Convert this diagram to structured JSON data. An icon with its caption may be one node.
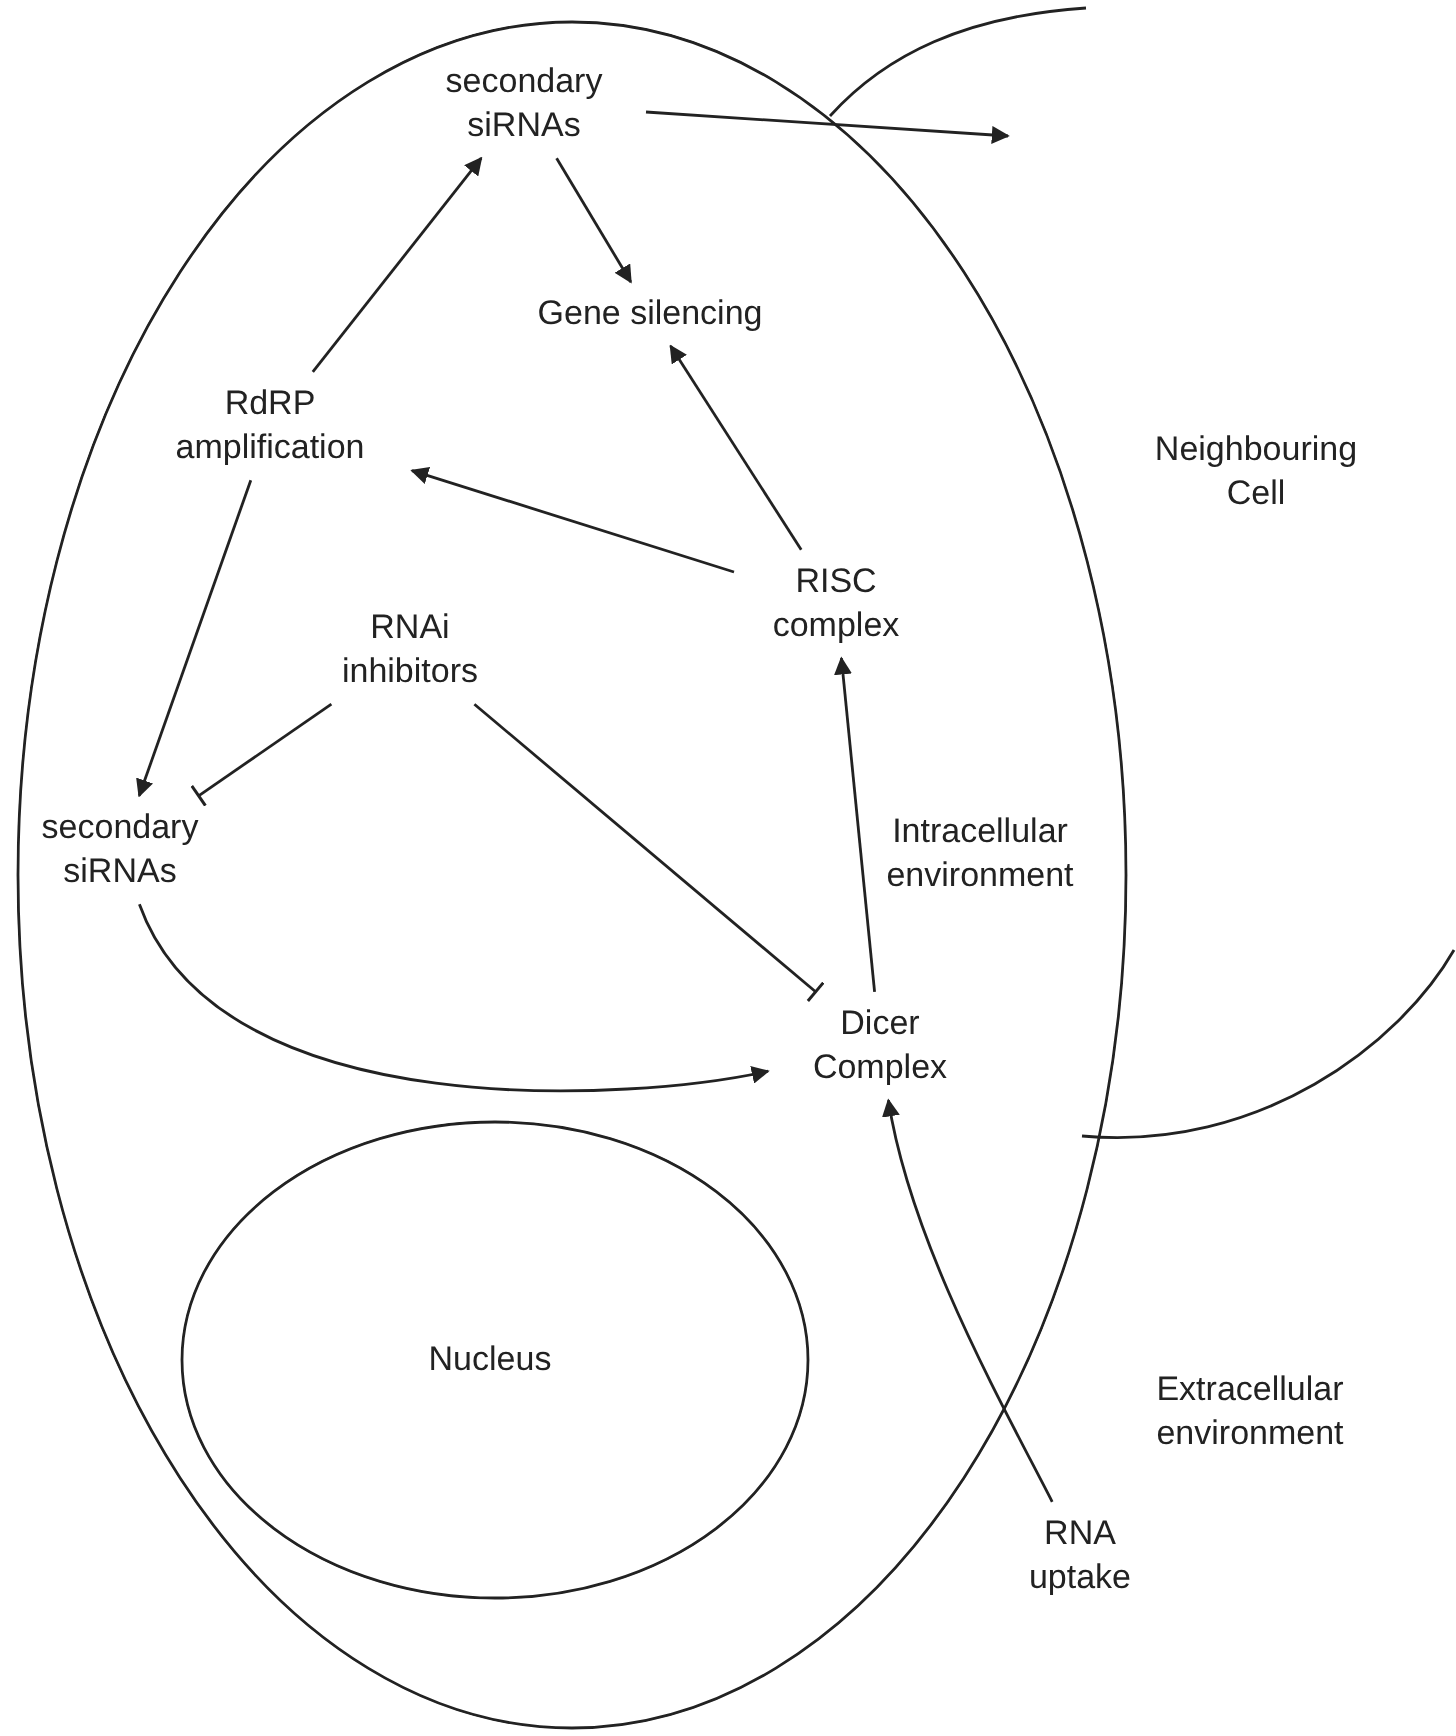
{
  "diagram": {
    "nodes": [
      {
        "text": [
          "Intracellular environment"
        ]
      },
      {
        "text": [
          "secondary siRNAs"
        ],
        "in": 0
      },
      {
        "text": [
          "Gene silencing"
        ],
        "in": 0
      },
      {
        "text": [
          "RdRP amplification"
        ],
        "in": 0
      },
      {
        "text": [
          "RISC complex"
        ],
        "in": 0
      },
      {
        "text": [
          "RNAi inhibitors"
        ],
        "in": 0
      },
      {
        "text": [
          "secondary siRNAs"
        ],
        "in": 0
      },
      {
        "text": [
          "Dicer Complex"
        ],
        "in": 0
      },
      {
        "text": [
          "Nucleus"
        ],
        "in": 0
      },
      {
        "text": [
          "Neighbouring Cell"
        ]
      },
      {
        "text": [
          "RNA uptake"
        ]
      }
    ],
    "edges": [
      {
        "from": 1,
        "to": 9,
        "arrow": "to"
      },
      {
        "from": 1,
        "to": 2,
        "arrow": "to"
      },
      {
        "from": 3,
        "to": 1,
        "arrow": "to"
      },
      {
        "from": 4,
        "to": 2,
        "arrow": "to"
      },
      {
        "from": 4,
        "to": 3,
        "arrow": "to"
      },
      {
        "from": 3,
        "to": 6,
        "arrow": "to"
      },
      {
        "from": 5,
        "to": 6,
        "arrow": "other"
      },
      {
        "from": 5,
        "to": 7,
        "arrow": "other"
      },
      {
        "from": 7,
        "to": 4,
        "arrow": "to"
      },
      {
        "from": 6,
        "to": 7,
        "arrow": "to"
      },
      {
        "from": 10,
        "to": 7,
        "arrow": "to"
      }
    ],
    "labels": [
      "Extracellular environment"
    ]
  }
}
